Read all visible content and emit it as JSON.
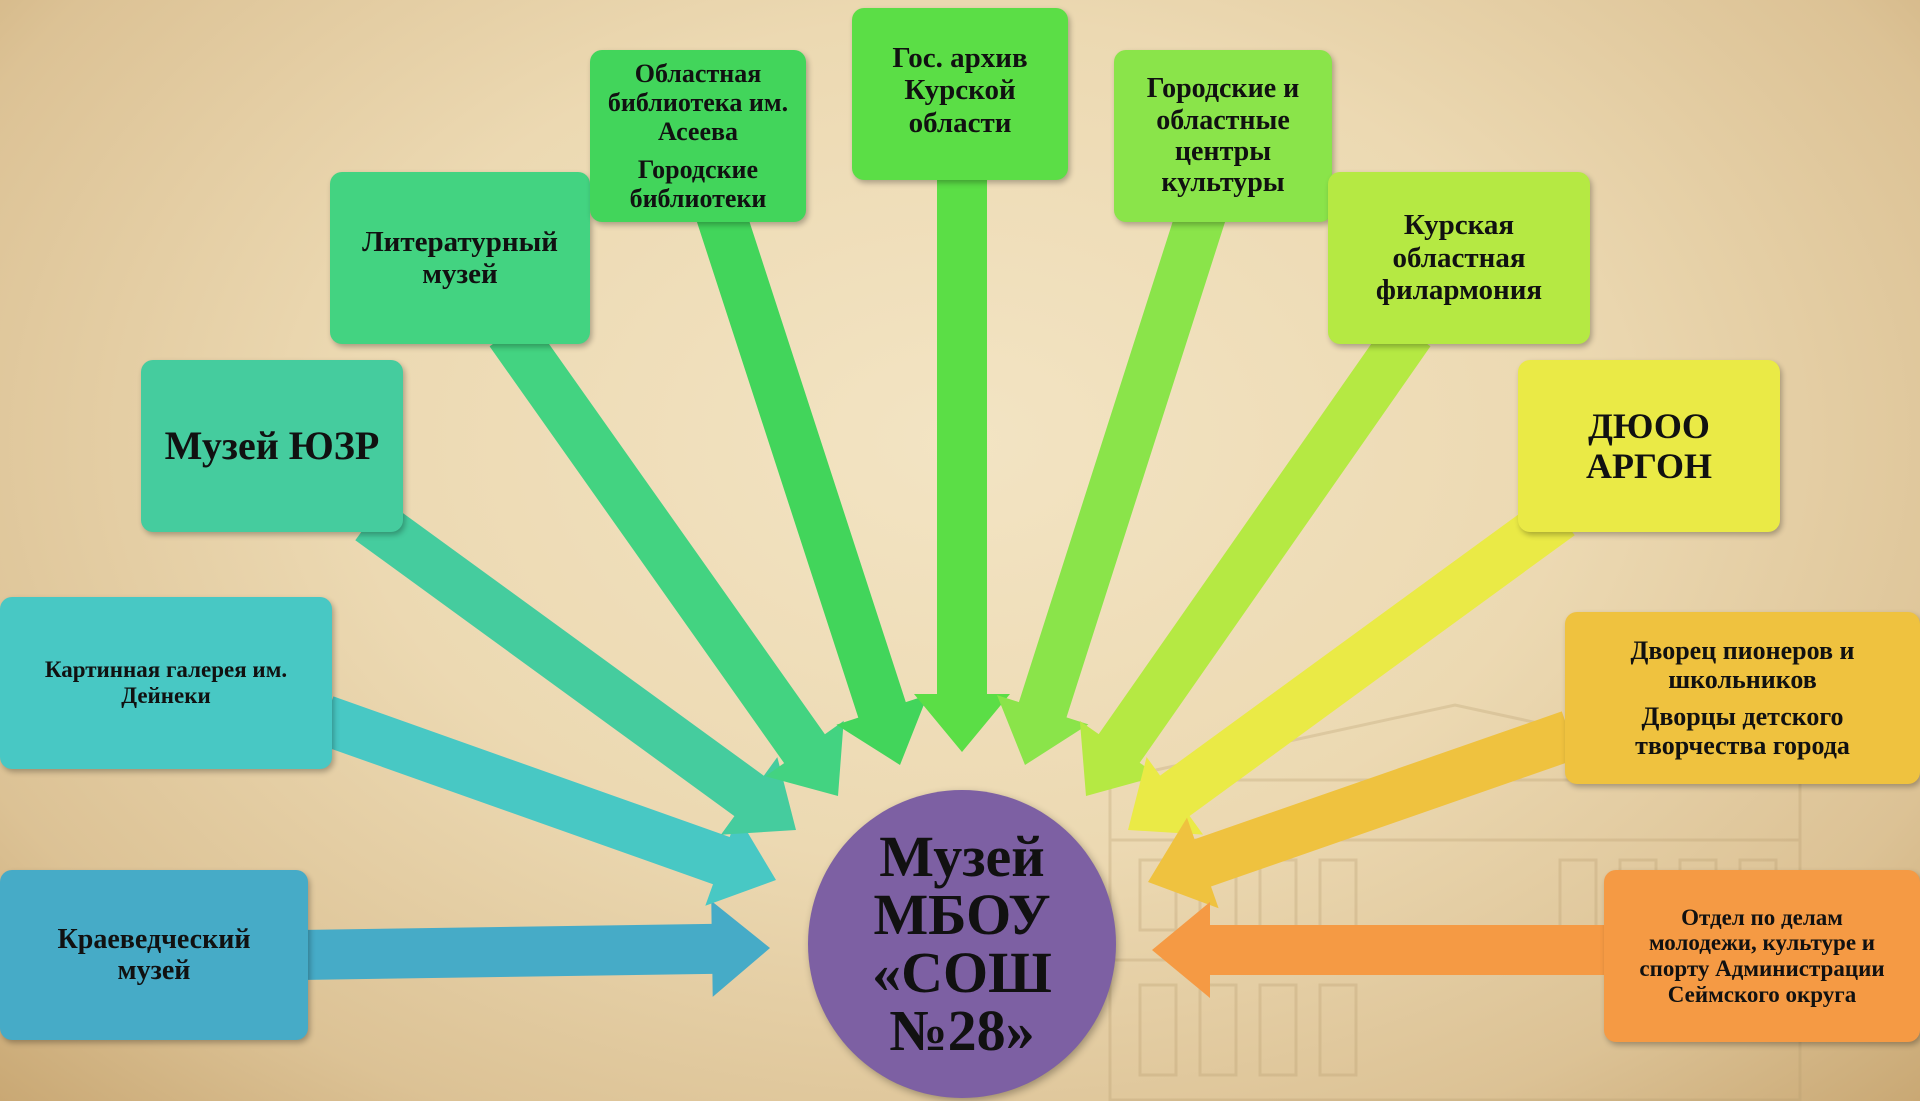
{
  "center": {
    "lines": [
      "Музей",
      "МБОУ",
      "«СОШ",
      "№28»"
    ],
    "color": "#7d60a3"
  },
  "nodes": [
    {
      "id": "kraeved",
      "lines": [
        "Краеведческий",
        "музей"
      ],
      "color": "#46abc7"
    },
    {
      "id": "gallery",
      "lines": [
        "Картинная галерея им.",
        "Дейнеки"
      ],
      "color": "#48c8c4"
    },
    {
      "id": "uzr",
      "lines": [
        "Музей ЮЗР"
      ],
      "color": "#45cc9e"
    },
    {
      "id": "literary",
      "lines": [
        "Литературный",
        "музей"
      ],
      "color": "#43d381"
    },
    {
      "id": "library",
      "paragraphs": [
        "Областная библиотека им. Асеева",
        "Городские библиотеки"
      ],
      "color": "#42d55b"
    },
    {
      "id": "archive",
      "lines": [
        "Гос. архив",
        "Курской",
        "области"
      ],
      "color": "#5bde46"
    },
    {
      "id": "culture",
      "lines": [
        "Городские и",
        "областные",
        "центры",
        "культуры"
      ],
      "color": "#8ae44a"
    },
    {
      "id": "philharmonic",
      "lines": [
        "Курская",
        "областная",
        "филармония"
      ],
      "color": "#b5e943"
    },
    {
      "id": "argon",
      "lines": [
        "ДЮОО",
        "АРГОН"
      ],
      "color": "#eaea46"
    },
    {
      "id": "palace",
      "paragraphs": [
        "Дворец пионеров и школьников",
        "Дворцы детского творчества города"
      ],
      "color": "#efc23f"
    },
    {
      "id": "youth",
      "lines": [
        "Отдел по делам",
        "молодежи, культуре и",
        "спорту Администрации",
        "Сеймского округа"
      ],
      "color": "#f59a44"
    }
  ]
}
